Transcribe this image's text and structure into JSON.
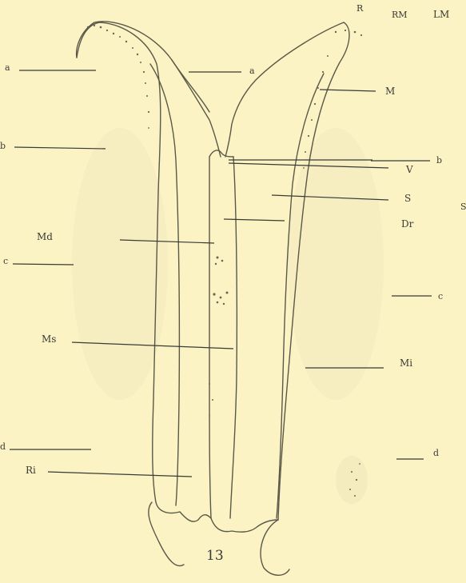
{
  "figure": {
    "number": "13",
    "labels": {
      "R": "R",
      "RM": "RM",
      "LM": "LM",
      "M": "M",
      "V": "V",
      "S": "S",
      "Dr": "Dr",
      "Md": "Md",
      "Ms": "Ms",
      "Mi": "Mi",
      "Ri": "Ri",
      "S_edge": "S"
    },
    "level_marks": {
      "a_left": "a",
      "a_mid": "a",
      "b_left": "b",
      "b_right": "b",
      "c_left": "c",
      "c_right": "c",
      "d_left": "d",
      "d_right": "d"
    }
  },
  "colors": {
    "paper": "#fbf3c4",
    "ink": "#5a5848",
    "stipple": "#6a6656",
    "label": "#3a3a36"
  }
}
